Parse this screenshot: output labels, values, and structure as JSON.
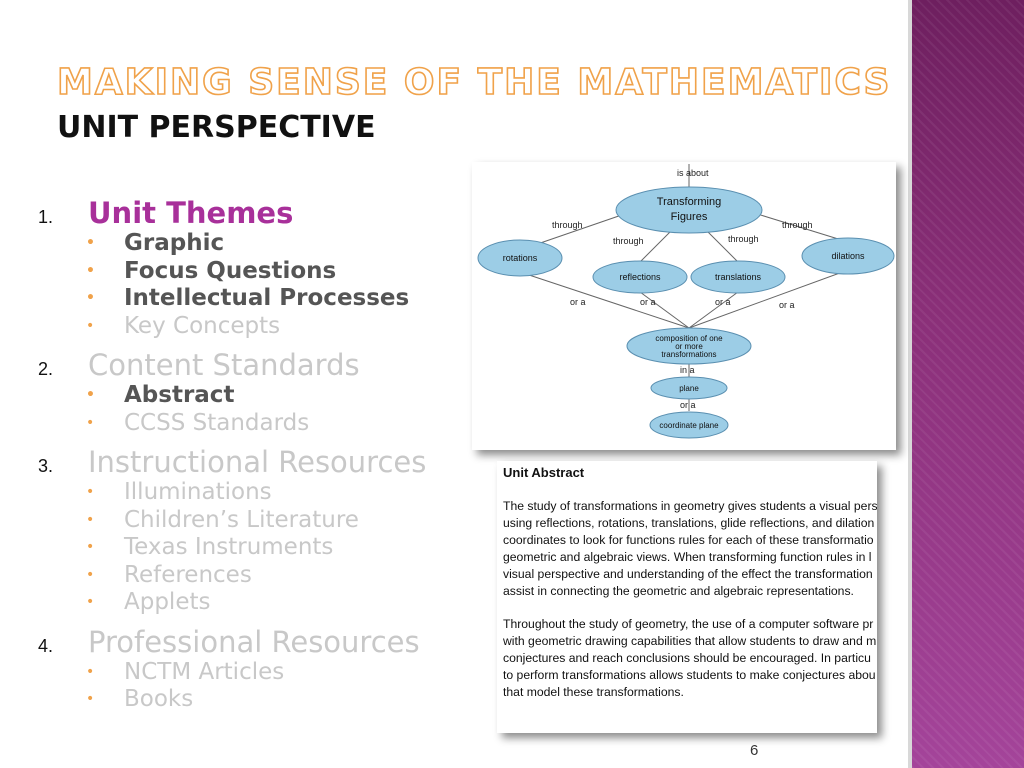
{
  "header": {
    "title": "MAKING SENSE OF THE MATHEMATICS",
    "subtitle": "UNIT PERSPECTIVE"
  },
  "outline": [
    {
      "num": "1.",
      "title": "Unit Themes",
      "active": true,
      "items": [
        {
          "label": "Graphic",
          "bold": true
        },
        {
          "label": "Focus Questions",
          "bold": true
        },
        {
          "label": "Intellectual Processes",
          "bold": true
        },
        {
          "label": "Key Concepts",
          "bold": false
        }
      ]
    },
    {
      "num": "2.",
      "title": "Content Standards",
      "active": false,
      "items": [
        {
          "label": "Abstract",
          "bold": true
        },
        {
          "label": "CCSS Standards",
          "bold": false
        }
      ]
    },
    {
      "num": "3.",
      "title": "Instructional Resources",
      "active": false,
      "items": [
        {
          "label": "Illuminations",
          "bold": false
        },
        {
          "label": "Children’s Literature",
          "bold": false
        },
        {
          "label": "Texas Instruments",
          "bold": false
        },
        {
          "label": "References",
          "bold": false
        },
        {
          "label": "Applets",
          "bold": false
        }
      ]
    },
    {
      "num": "4.",
      "title": "Professional Resources",
      "active": false,
      "items": [
        {
          "label": "NCTM Articles",
          "bold": false
        },
        {
          "label": "Books",
          "bold": false
        }
      ]
    }
  ],
  "concept_map": {
    "top_label": "is about",
    "root": [
      "Transforming",
      "Figures"
    ],
    "link_through": "through",
    "link_or_a": "or a",
    "link_in_a": "in a",
    "nodes": {
      "rotations": "rotations",
      "reflections": "reflections",
      "translations": "translations",
      "dilations": "dilations",
      "composition": [
        "composition of one",
        "or more",
        "transformations"
      ],
      "plane": "plane",
      "coordinate_plane": "coordinate plane"
    },
    "node_color": "#9ccde6",
    "node_stroke": "#5a8fb0"
  },
  "abstract": {
    "heading": "Unit Abstract",
    "paragraph1": [
      "The study of transformations in geometry gives students a visual pers",
      "using reflections, rotations, translations, glide reflections, and dilation",
      "coordinates to look for functions rules for each of these transformatio",
      "geometric and algebraic views.  When transforming function rules in l",
      "visual perspective and understanding of the effect the transformation",
      "assist in connecting the geometric and algebraic representations."
    ],
    "paragraph2": [
      "Throughout the study of geometry, the use of a computer software pr",
      "with geometric drawing capabilities that allow students to draw and m",
      "conjectures and reach conclusions should be encouraged.  In particu",
      "to perform transformations allows students to make conjectures abou",
      "that model these transformations."
    ]
  },
  "page_number": "6",
  "colors": {
    "accent": "#a8309a",
    "title_outline": "#f0a24a",
    "band": "#8a2f78"
  }
}
